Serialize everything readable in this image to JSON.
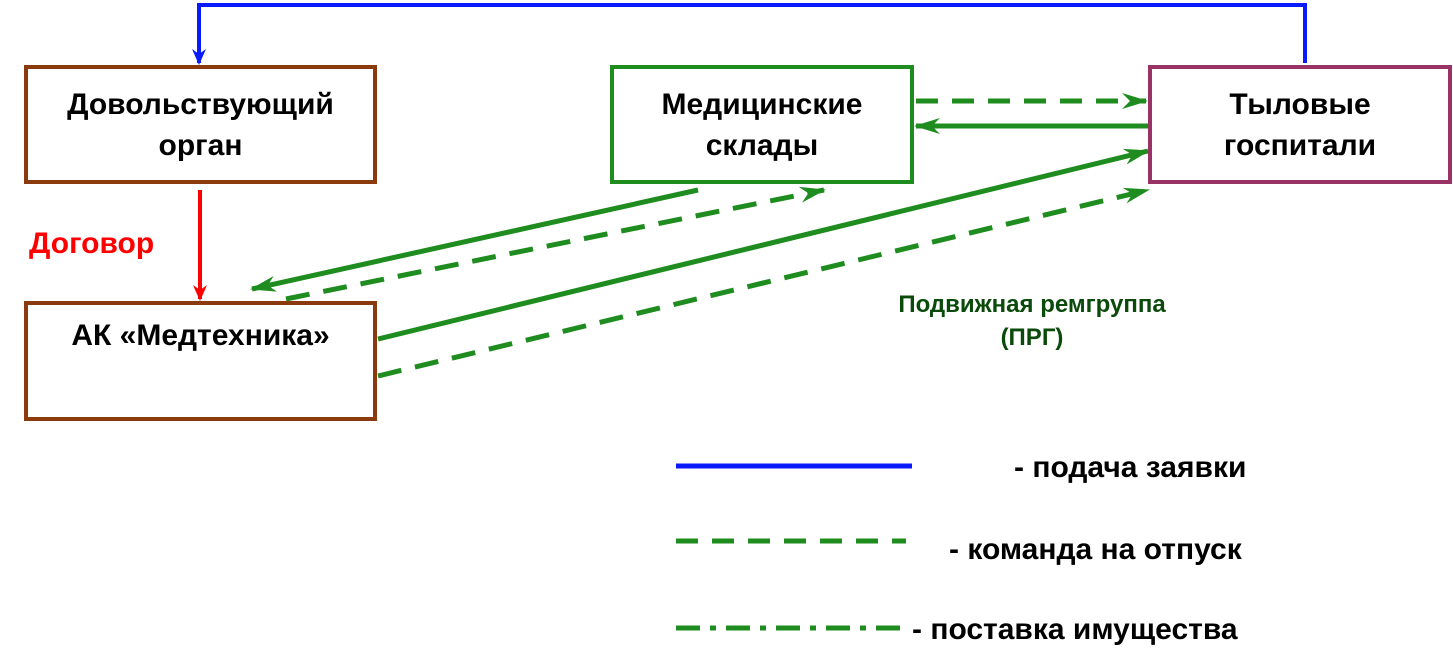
{
  "boxes": {
    "supply_body": "Довольствующий\nорган",
    "warehouses": "Медицинские\nсклады",
    "hospitals": "Тыловые\nгоспитали",
    "medtech": "АК «Медтехника»"
  },
  "labels": {
    "contract": "Договор",
    "prg": "Подвижная ремгруппа\n(ПРГ)"
  },
  "legend": [
    {
      "text": "- подача заявки",
      "style": "solid",
      "color": "#0a1aff"
    },
    {
      "text": "- команда на отпуск",
      "style": "dashed",
      "color": "#1e8c1e"
    },
    {
      "text": "- поставка имущества",
      "style": "dash-dot",
      "color": "#1e8c1e"
    }
  ],
  "colors": {
    "request_line": "#0a1aff",
    "contract_line": "#ff0000",
    "green_line": "#1e8c1e",
    "brown_border": "#8b3a0e",
    "hospital_border": "#993366"
  }
}
